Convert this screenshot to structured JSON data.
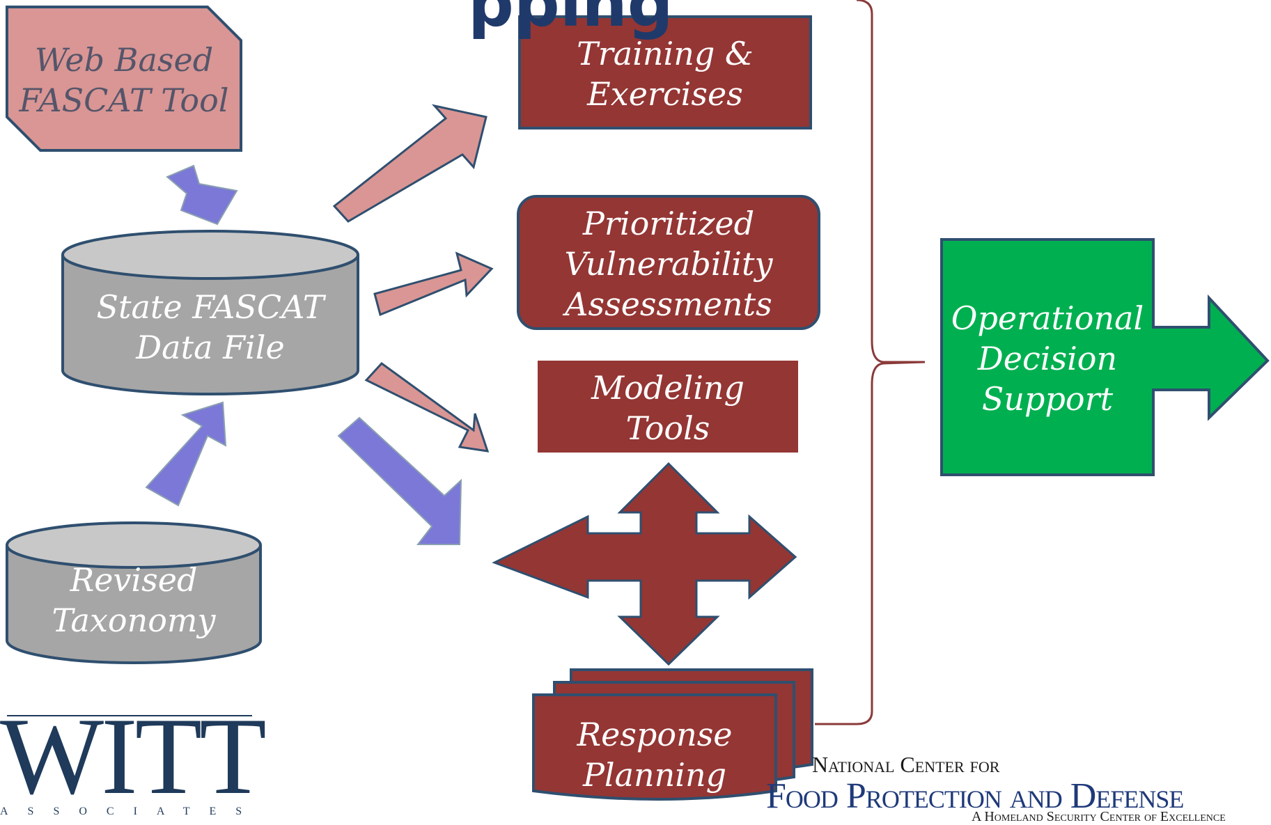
{
  "title_fragment": "pping",
  "nodes": {
    "web_fascat": "Web Based\nFASCAT Tool",
    "state_data": "State FASCAT\nData File",
    "revised_taxonomy": "Revised\nTaxonomy",
    "training": "Training &\nExercises",
    "prioritized": "Prioritized\nVulnerability\nAssessments",
    "modeling": "Modeling\nTools",
    "response": "Response\nPlanning",
    "decision": "Operational\nDecision\nSupport"
  },
  "logos": {
    "witt": "WITT",
    "witt_sub": "ASSOCIATES",
    "ncfpd_line1": "National Center for",
    "ncfpd_line2": "Food Protection and Defense",
    "ncfpd_line3": "A Homeland Security Center of Excellence"
  },
  "colors": {
    "web_box": "#d99694",
    "cylinder": "#a6a6a6",
    "cylinder_top": "#c8c8c8",
    "maroon": "#943634",
    "green": "#00b050",
    "pink_arrow": "#d99694",
    "blue_arrow": "#7b78d8",
    "outline": "#2f4f6f",
    "bracket": "#8b3a3a"
  }
}
